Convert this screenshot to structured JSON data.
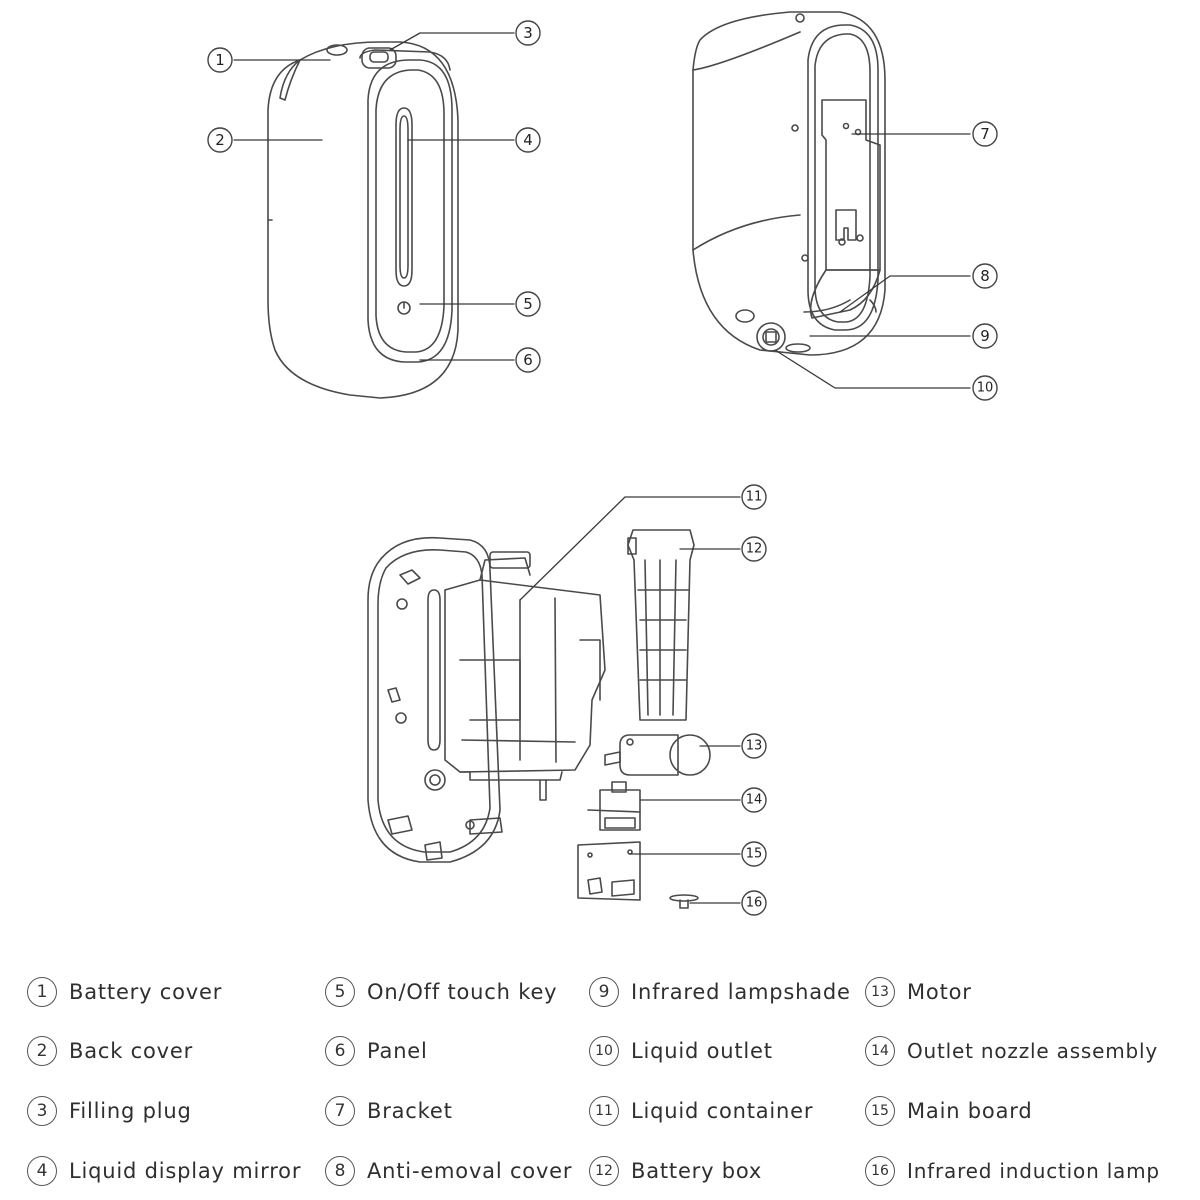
{
  "callouts": {
    "c1": "1",
    "c2": "2",
    "c3": "3",
    "c4": "4",
    "c5": "5",
    "c6": "6",
    "c7": "7",
    "c8": "8",
    "c9": "9",
    "c10": "10",
    "c11": "11",
    "c12": "12",
    "c13": "13",
    "c14": "14",
    "c15": "15",
    "c16": "16"
  },
  "legend": [
    {
      "num": "1",
      "label": "Battery cover"
    },
    {
      "num": "2",
      "label": "Back cover"
    },
    {
      "num": "3",
      "label": "Filling plug"
    },
    {
      "num": "4",
      "label": "Liquid display mirror"
    },
    {
      "num": "5",
      "label": "On/Off touch key"
    },
    {
      "num": "6",
      "label": "Panel"
    },
    {
      "num": "7",
      "label": "Bracket"
    },
    {
      "num": "8",
      "label": "Anti-emoval cover"
    },
    {
      "num": "9",
      "label": "Infrared lampshade"
    },
    {
      "num": "10",
      "label": "Liquid outlet"
    },
    {
      "num": "11",
      "label": "Liquid container"
    },
    {
      "num": "12",
      "label": "Battery box"
    },
    {
      "num": "13",
      "label": "Motor"
    },
    {
      "num": "14",
      "label": "Outlet nozzle assembly"
    },
    {
      "num": "15",
      "label": "Main board"
    },
    {
      "num": "16",
      "label": "Infrared induction lamp"
    }
  ]
}
